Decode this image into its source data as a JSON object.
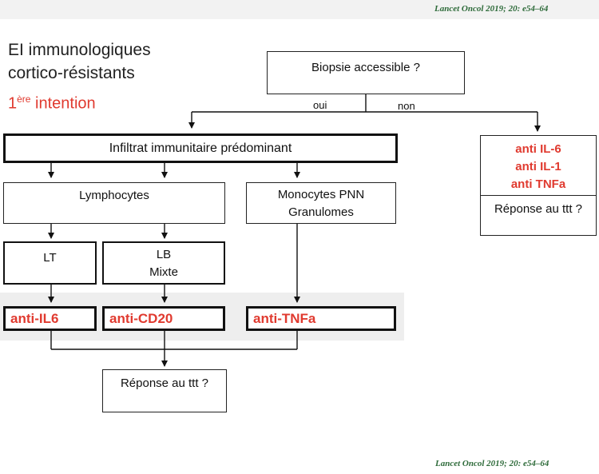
{
  "citation": "Lancet Oncol 2019; 20: e54–64",
  "title_line1": "EI immunologiques",
  "title_line2": "cortico-résistants",
  "subtitle_main": "1",
  "subtitle_sup": "ère",
  "subtitle_rest": " intention",
  "nodes": {
    "biopsie": "Biopsie accessible ?",
    "oui": "oui",
    "non": "non",
    "infiltrat": "Infiltrat immunitaire prédominant",
    "lymphocytes": "Lymphocytes",
    "monocytes_1": "Monocytes PNN",
    "monocytes_2": "Granulomes",
    "lt": "LT",
    "lb_1": "LB",
    "lb_2": "Mixte",
    "anti_il6": "anti-IL6",
    "anti_cd20": "anti-CD20",
    "anti_tnfa": "anti-TNFa",
    "reponse": "Réponse au ttt ?",
    "right_1": "anti IL-6",
    "right_2": "anti IL-1",
    "right_3": "anti TNFa",
    "right_reponse": "Réponse au ttt ?"
  },
  "colors": {
    "accent_red": "#e03a2f",
    "citation_green": "#2e6b3a"
  }
}
